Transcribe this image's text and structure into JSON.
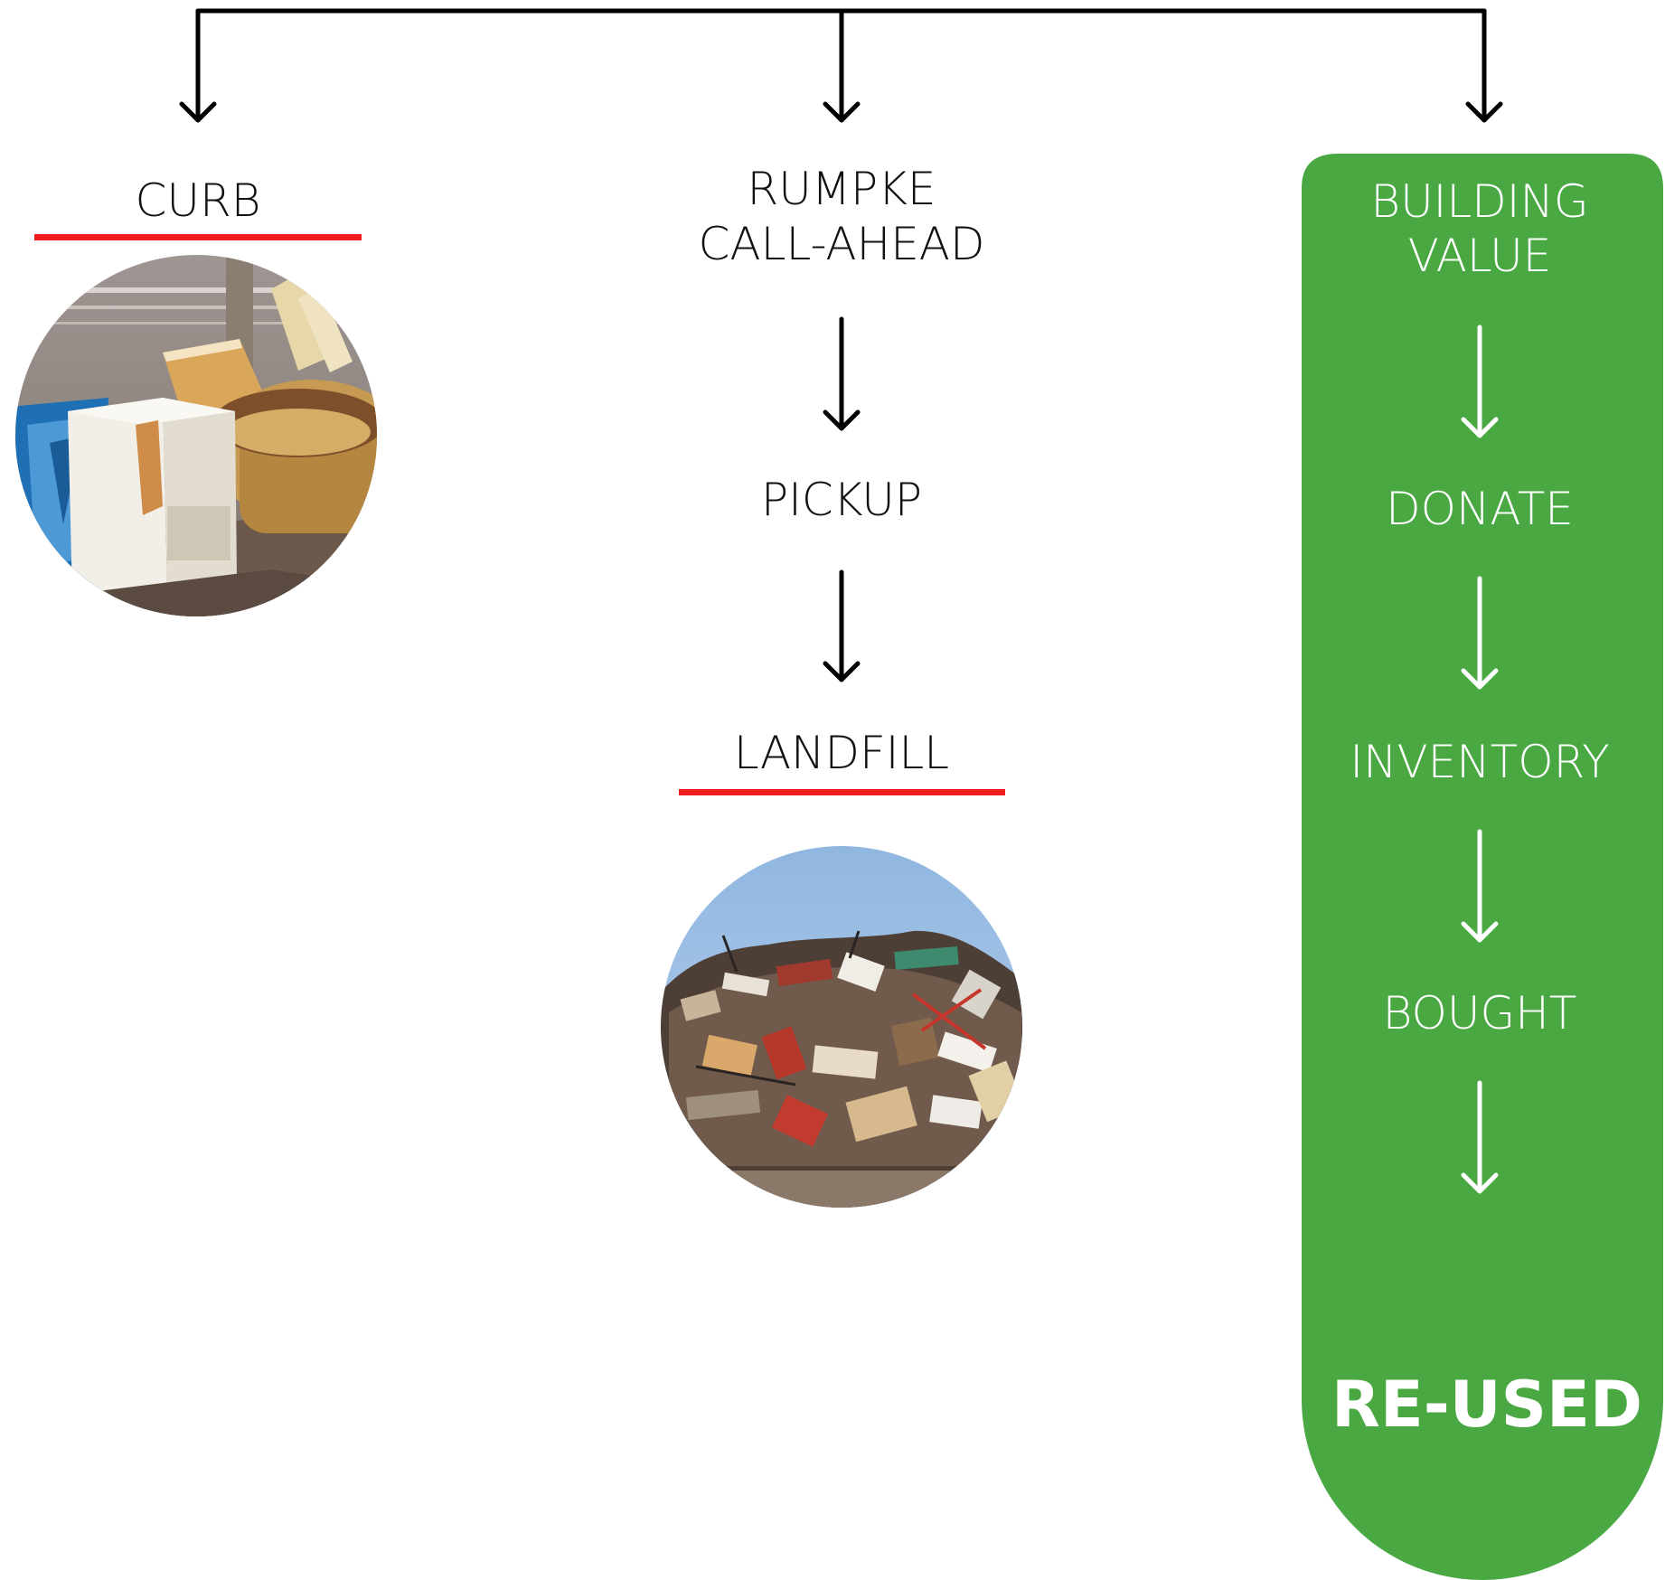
{
  "diagram": {
    "colors": {
      "line": "#000000",
      "underline": "#ee1c1c",
      "green_panel": "#4aa843",
      "dark_text": "#111111",
      "light_text": "#ffffff"
    },
    "curb": {
      "label": "CURB",
      "photo": "curbside-discarded-furniture-photo"
    },
    "rumpke": {
      "line1": "RUMPKE",
      "line2": "CALL-AHEAD",
      "pickup": "PICKUP",
      "landfill": "LANDFILL",
      "photo": "landfill-debris-pile-photo"
    },
    "building_value": {
      "line1": "BUILDING",
      "line2": "VALUE",
      "donate": "DONATE",
      "inventory": "INVENTORY",
      "bought": "BOUGHT",
      "reused": "RE-USED"
    }
  }
}
